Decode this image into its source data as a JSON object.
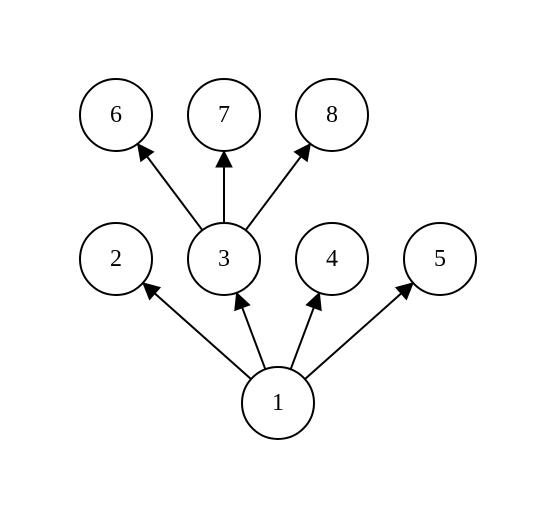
{
  "diagram": {
    "nodes": [
      {
        "id": "1",
        "label": "1"
      },
      {
        "id": "2",
        "label": "2"
      },
      {
        "id": "3",
        "label": "3"
      },
      {
        "id": "4",
        "label": "4"
      },
      {
        "id": "5",
        "label": "5"
      },
      {
        "id": "6",
        "label": "6"
      },
      {
        "id": "7",
        "label": "7"
      },
      {
        "id": "8",
        "label": "8"
      }
    ],
    "edges": [
      {
        "from": "1",
        "to": "2"
      },
      {
        "from": "1",
        "to": "3"
      },
      {
        "from": "1",
        "to": "4"
      },
      {
        "from": "1",
        "to": "5"
      },
      {
        "from": "3",
        "to": "6"
      },
      {
        "from": "3",
        "to": "7"
      },
      {
        "from": "3",
        "to": "8"
      }
    ],
    "colors": {
      "stroke": "#000000",
      "fill": "#ffffff",
      "background": "#ffffff"
    }
  }
}
